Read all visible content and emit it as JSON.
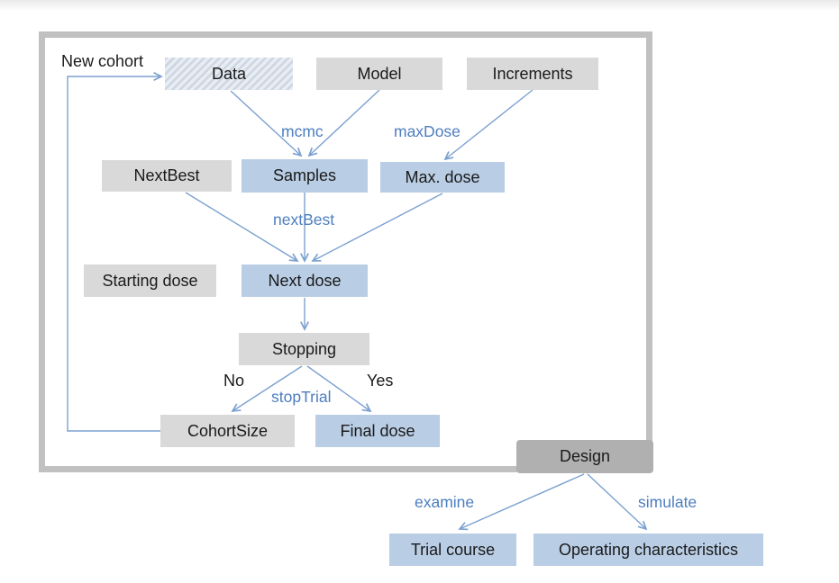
{
  "diagram": {
    "nodes": {
      "data": {
        "label": "Data"
      },
      "model": {
        "label": "Model"
      },
      "increments": {
        "label": "Increments"
      },
      "nextbest": {
        "label": "NextBest"
      },
      "samples": {
        "label": "Samples"
      },
      "max_dose": {
        "label": "Max. dose"
      },
      "starting_dose": {
        "label": "Starting dose"
      },
      "next_dose": {
        "label": "Next dose"
      },
      "stopping": {
        "label": "Stopping"
      },
      "cohort_size": {
        "label": "CohortSize"
      },
      "final_dose": {
        "label": "Final dose"
      },
      "design": {
        "label": "Design"
      },
      "trial_course": {
        "label": "Trial course"
      },
      "operating_characteristics": {
        "label": "Operating characteristics"
      }
    },
    "edge_labels": {
      "new_cohort": "New cohort",
      "mcmc": "mcmc",
      "maxdose": "maxDose",
      "nextbest": "nextBest",
      "no": "No",
      "yes": "Yes",
      "stoptrial": "stopTrial",
      "examine": "examine",
      "simulate": "simulate"
    },
    "colors": {
      "box_gray": "#d9d9d9",
      "box_blue": "#b9cde5",
      "box_dark_gray": "#b0b0b0",
      "border_gray": "#c1c1c1",
      "arrow_blue": "#7ba1d0",
      "label_blue": "#4d7ebf",
      "hatch_base": "#e9edf2",
      "hatch_stripe": "#ccd6e4",
      "text_dark": "#1a1a1a"
    }
  }
}
